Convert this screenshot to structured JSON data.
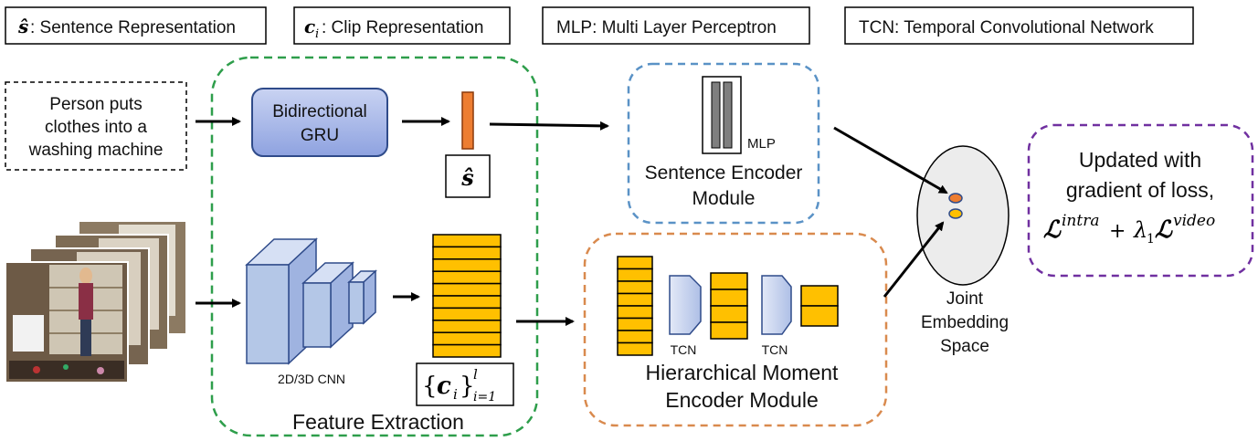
{
  "legend": {
    "s_symbol": "ŝ",
    "s_text": ": Sentence Representation",
    "c_symbol": "c",
    "c_sub": "i",
    "c_text": ": Clip Representation",
    "mlp": "MLP: Multi Layer Perceptron",
    "tcn": "TCN: Temporal Convolutional Network"
  },
  "input_sentence": [
    "Person puts",
    "clothes into a",
    "washing machine"
  ],
  "gru": [
    "Bidirectional",
    "GRU"
  ],
  "sentence_vector_label": "ŝ",
  "cnn_label": "2D/3D CNN",
  "clip_set": {
    "open": "{",
    "symbol": "c",
    "sub": "i",
    "close": "}",
    "upper": "l",
    "lower": "i=1"
  },
  "feature_extraction": "Feature Extraction",
  "sentence_encoder": {
    "mlp": "MLP",
    "title": [
      "Sentence Encoder",
      "Module"
    ]
  },
  "moment_encoder": {
    "tcn_1": "TCN",
    "tcn_2": "TCN",
    "title": [
      "Hierarchical Moment",
      "Encoder Module"
    ]
  },
  "joint_space": [
    "Joint",
    "Embedding",
    "Space"
  ],
  "loss": {
    "line1": "Updated with",
    "line2": "gradient of loss,",
    "term1": "ℒ",
    "sup1": "intra",
    "plus": "+",
    "lambda": "λ",
    "lambda_sub": "1",
    "term2": "ℒ",
    "sup2": "video"
  },
  "colors": {
    "gru_fill": "#8ea2e0",
    "orange": "#ed7d31",
    "gold": "#ffc000",
    "cnn_blue": "#b4c7e7",
    "green": "#2e9e4b",
    "blue_dash": "#5a92c6",
    "orange_dash": "#d98a4e",
    "purple_dash": "#7030a0"
  }
}
